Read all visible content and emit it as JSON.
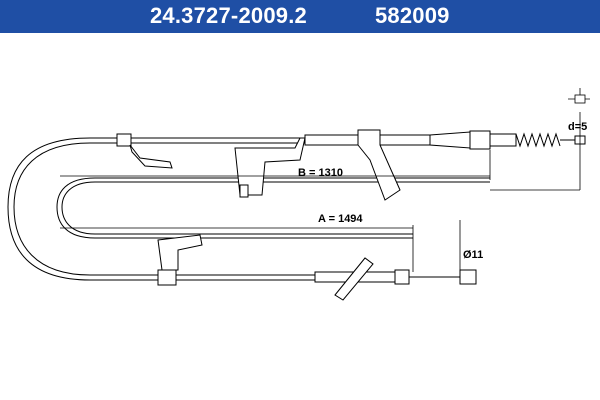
{
  "header": {
    "part_number": "24.3727-2009.2",
    "ref_number": "582009",
    "background": "#1f4fa5",
    "text_color": "#ffffff"
  },
  "drawing": {
    "dimension_a": "A = 1494",
    "dimension_b": "B = 1310",
    "diameter_label": "Ø11",
    "d_label": "d=5",
    "line_color": "#000000"
  }
}
